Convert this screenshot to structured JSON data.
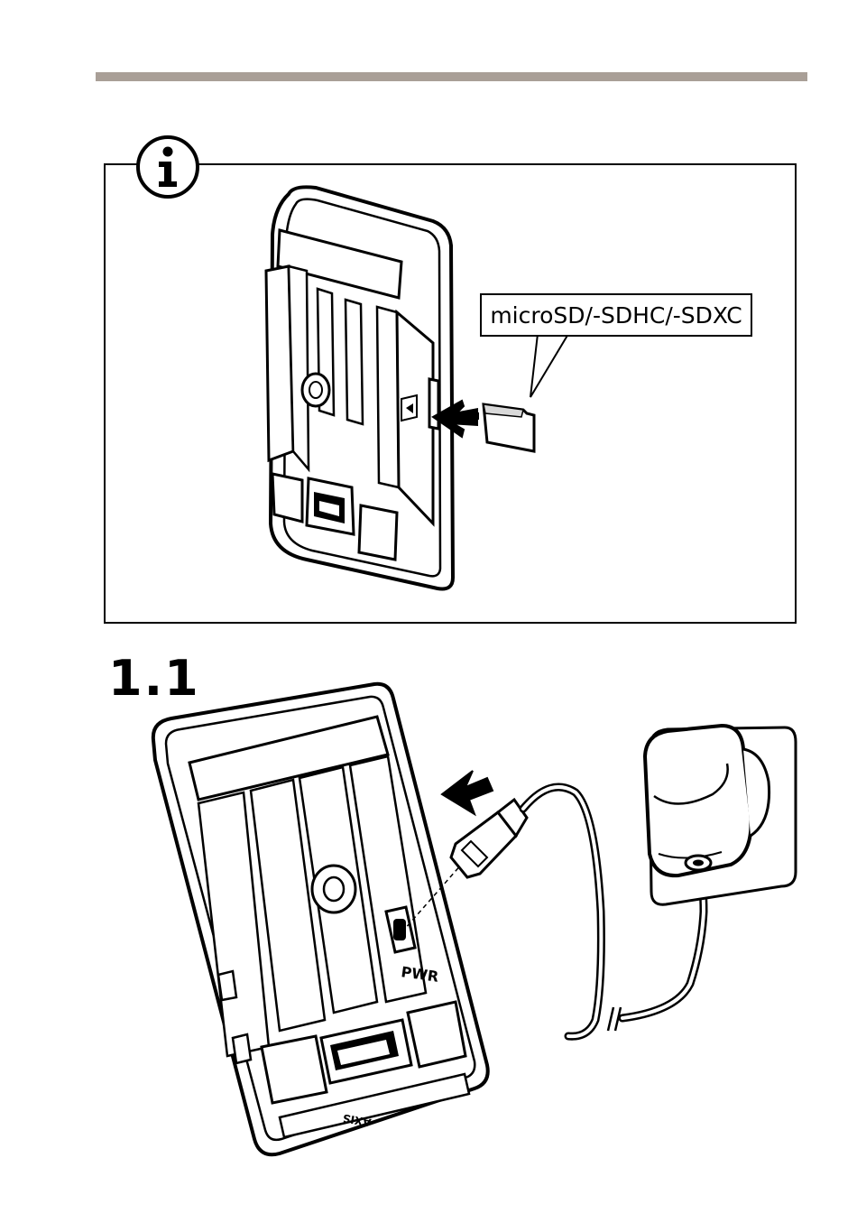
{
  "info_box": {
    "callout_label": "microSD/-SDHC/-SDXC",
    "icon": "info-icon"
  },
  "step": {
    "number": "1.1",
    "port_label": "PWR",
    "brand_label": "AXIS"
  },
  "colors": {
    "rule": "#a99f97",
    "line": "#000000",
    "fill": "#ffffff",
    "shade": "#d9d9d9"
  }
}
